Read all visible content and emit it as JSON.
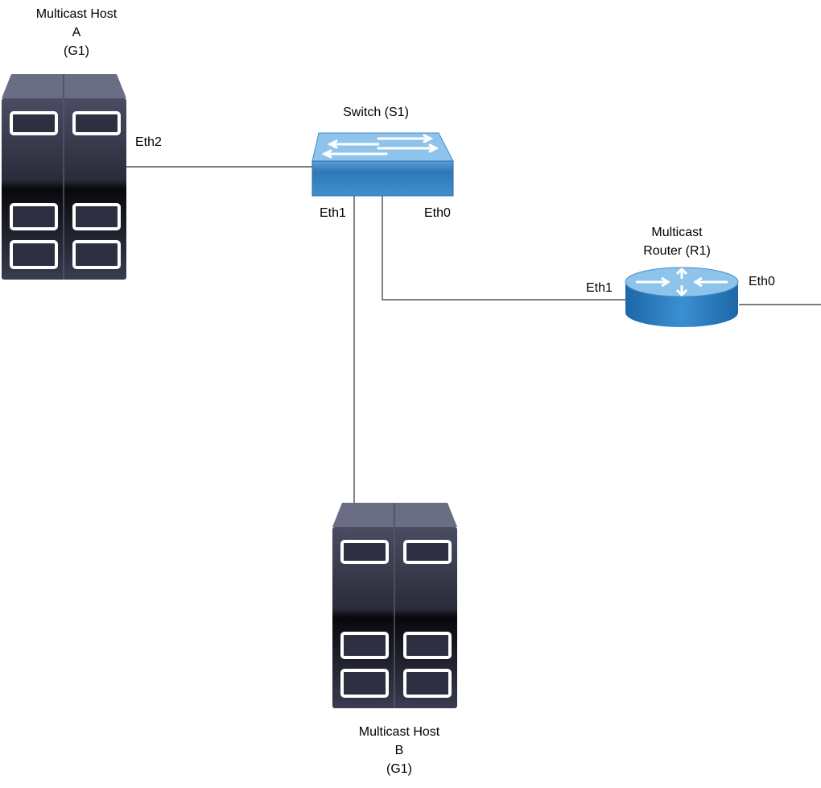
{
  "nodes": {
    "host_a": {
      "line1": "Multicast Host",
      "line2": "A",
      "line3": "(G1)",
      "icon": "server-icon"
    },
    "host_b": {
      "line1": "Multicast Host",
      "line2": "B",
      "line3": "(G1)",
      "icon": "server-icon"
    },
    "switch": {
      "label": "Switch (S1)",
      "icon": "switch-icon"
    },
    "router": {
      "line1": "Multicast",
      "line2": "Router (R1)",
      "icon": "router-icon"
    }
  },
  "ports": {
    "host_a_eth2": "Eth2",
    "switch_eth1": "Eth1",
    "switch_eth0": "Eth0",
    "router_eth1": "Eth1",
    "router_eth0": "Eth0"
  },
  "colors": {
    "device_blue": "#2f7fc0",
    "server_dark": "#2a2c3a",
    "link": "#333333"
  }
}
